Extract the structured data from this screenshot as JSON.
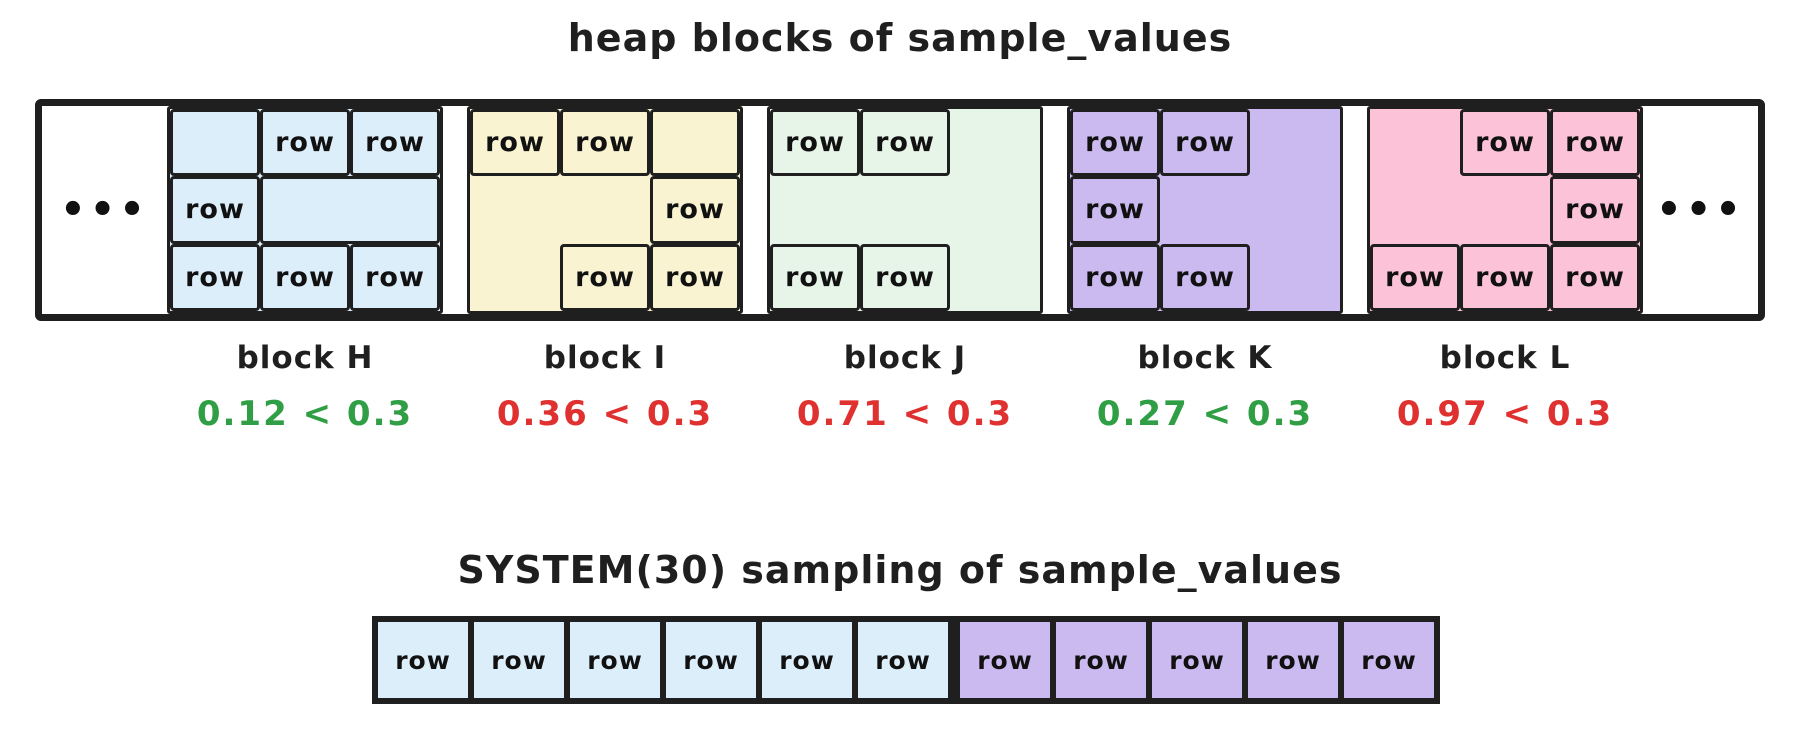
{
  "heap": {
    "title": "heap blocks of sample_values",
    "ellipsis": "•••"
  },
  "colors": {
    "ink": "#1f1f1f",
    "pass_green": "#2f9e44",
    "fail_red": "#e03131"
  },
  "blocks": [
    {
      "name": "block H",
      "fill": "#ddeefb",
      "comparison": {
        "text": "0.12 < 0.3",
        "color": "#2f9e44"
      },
      "cells": [
        {
          "col": 0,
          "row": 0,
          "colspan": 1,
          "rowspan": 1,
          "label": ""
        },
        {
          "col": 1,
          "row": 0,
          "colspan": 1,
          "rowspan": 1,
          "label": "row"
        },
        {
          "col": 2,
          "row": 0,
          "colspan": 1,
          "rowspan": 1,
          "label": "row"
        },
        {
          "col": 0,
          "row": 1,
          "colspan": 1,
          "rowspan": 1,
          "label": "row"
        },
        {
          "col": 1,
          "row": 1,
          "colspan": 2,
          "rowspan": 1,
          "label": ""
        },
        {
          "col": 0,
          "row": 2,
          "colspan": 1,
          "rowspan": 1,
          "label": "row"
        },
        {
          "col": 1,
          "row": 2,
          "colspan": 1,
          "rowspan": 1,
          "label": "row"
        },
        {
          "col": 2,
          "row": 2,
          "colspan": 1,
          "rowspan": 1,
          "label": "row"
        }
      ]
    },
    {
      "name": "block I",
      "fill": "#faf3d2",
      "comparison": {
        "text": "0.36 < 0.3",
        "color": "#e03131"
      },
      "cells": [
        {
          "col": 0,
          "row": 0,
          "colspan": 1,
          "rowspan": 1,
          "label": "row"
        },
        {
          "col": 1,
          "row": 0,
          "colspan": 1,
          "rowspan": 1,
          "label": "row"
        },
        {
          "col": 2,
          "row": 0,
          "colspan": 1,
          "rowspan": 1,
          "label": ""
        },
        {
          "col": 2,
          "row": 1,
          "colspan": 1,
          "rowspan": 1,
          "label": "row"
        },
        {
          "col": 1,
          "row": 2,
          "colspan": 1,
          "rowspan": 1,
          "label": "row"
        },
        {
          "col": 2,
          "row": 2,
          "colspan": 1,
          "rowspan": 1,
          "label": "row"
        }
      ]
    },
    {
      "name": "block J",
      "fill": "#e7f5e9",
      "comparison": {
        "text": "0.71 < 0.3",
        "color": "#e03131"
      },
      "cells": [
        {
          "col": 0,
          "row": 0,
          "colspan": 1,
          "rowspan": 1,
          "label": "row"
        },
        {
          "col": 1,
          "row": 0,
          "colspan": 1,
          "rowspan": 1,
          "label": "row"
        },
        {
          "col": 0,
          "row": 2,
          "colspan": 1,
          "rowspan": 1,
          "label": "row"
        },
        {
          "col": 1,
          "row": 2,
          "colspan": 1,
          "rowspan": 1,
          "label": "row"
        }
      ]
    },
    {
      "name": "block K",
      "fill": "#cbbaf0",
      "comparison": {
        "text": "0.27 < 0.3",
        "color": "#2f9e44"
      },
      "cells": [
        {
          "col": 0,
          "row": 0,
          "colspan": 1,
          "rowspan": 1,
          "label": "row"
        },
        {
          "col": 1,
          "row": 0,
          "colspan": 1,
          "rowspan": 1,
          "label": "row"
        },
        {
          "col": 0,
          "row": 1,
          "colspan": 1,
          "rowspan": 1,
          "label": "row"
        },
        {
          "col": 0,
          "row": 2,
          "colspan": 1,
          "rowspan": 1,
          "label": "row"
        },
        {
          "col": 1,
          "row": 2,
          "colspan": 1,
          "rowspan": 1,
          "label": "row"
        }
      ]
    },
    {
      "name": "block L",
      "fill": "#fcc2d7",
      "comparison": {
        "text": "0.97 < 0.3",
        "color": "#e03131"
      },
      "cells": [
        {
          "col": 1,
          "row": 0,
          "colspan": 1,
          "rowspan": 1,
          "label": "row"
        },
        {
          "col": 2,
          "row": 0,
          "colspan": 1,
          "rowspan": 1,
          "label": "row"
        },
        {
          "col": 2,
          "row": 1,
          "colspan": 1,
          "rowspan": 1,
          "label": "row"
        },
        {
          "col": 0,
          "row": 2,
          "colspan": 1,
          "rowspan": 1,
          "label": "row"
        },
        {
          "col": 1,
          "row": 2,
          "colspan": 1,
          "rowspan": 1,
          "label": "row"
        },
        {
          "col": 2,
          "row": 2,
          "colspan": 1,
          "rowspan": 1,
          "label": "row"
        }
      ]
    }
  ],
  "sampling": {
    "title": "SYSTEM(30) sampling of sample_values",
    "groups": [
      {
        "fill": "#ddeefb",
        "cells": [
          "row",
          "row",
          "row",
          "row",
          "row",
          "row"
        ]
      },
      {
        "fill": "#cbbaf0",
        "cells": [
          "row",
          "row",
          "row",
          "row",
          "row"
        ]
      }
    ]
  }
}
